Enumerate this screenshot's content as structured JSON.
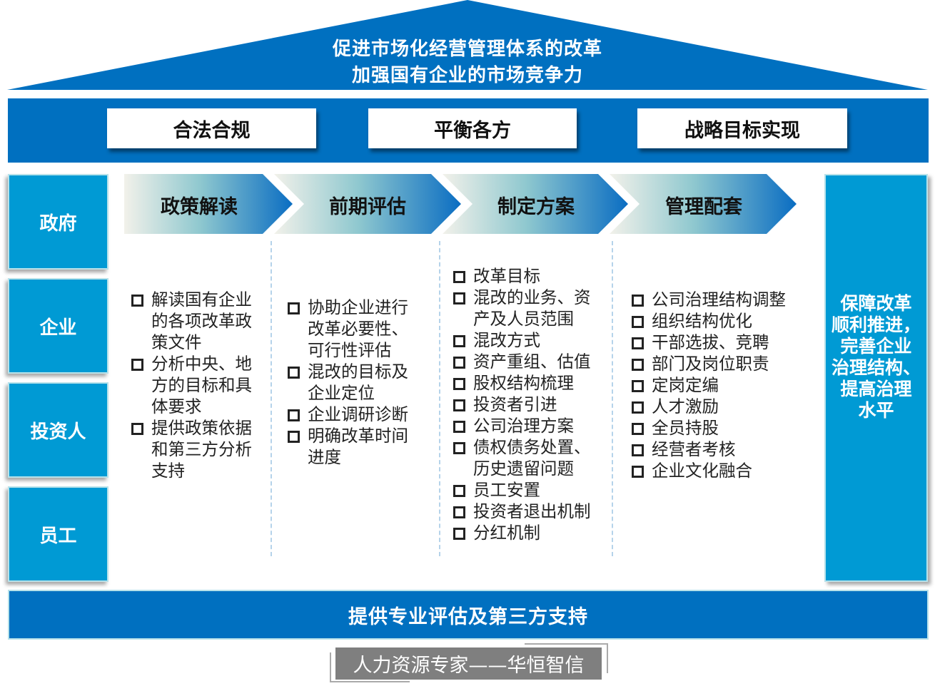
{
  "roof": {
    "line1": "促进市场化经营管理体系的改革",
    "line2": "加强国有企业的市场竞争力"
  },
  "principles": [
    {
      "label": "合法合规"
    },
    {
      "label": "平衡各方"
    },
    {
      "label": "战略目标实现"
    }
  ],
  "stakeholders": [
    {
      "label": "政府"
    },
    {
      "label": "企业"
    },
    {
      "label": "投资人"
    },
    {
      "label": "员工"
    }
  ],
  "steps": [
    {
      "label": "政策解读",
      "items": [
        "解读国有企业的各项改革政策文件",
        "分析中央、地方的目标和具体要求",
        "提供政策依据和第三方分析支持"
      ]
    },
    {
      "label": "前期评估",
      "items": [
        "协助企业进行改革必要性、可行性评估",
        "混改的目标及企业定位",
        "企业调研诊断",
        "明确改革时间进度"
      ]
    },
    {
      "label": "制定方案",
      "items": [
        "改革目标",
        "混改的业务、资产及人员范围",
        "混改方式",
        "资产重组、估值",
        "股权结构梳理",
        "投资者引进",
        "公司治理方案",
        "债权债务处置、历史遗留问题",
        "员工安置",
        "投资者退出机制",
        "分红机制"
      ]
    },
    {
      "label": "管理配套",
      "items": [
        "公司治理结构调整",
        "组织结构优化",
        "干部选拔、竞聘",
        "部门及岗位职责",
        "定岗定编",
        "人才激励",
        "全员持股",
        "经营者考核",
        "企业文化融合"
      ]
    }
  ],
  "outcome": {
    "lines": [
      "保障改革",
      "顺利推进，",
      "完善企业",
      "治理结构、",
      "提高治理",
      "水平"
    ]
  },
  "foundation": {
    "label": "提供专业评估及第三方支持"
  },
  "brand": {
    "label": "人力资源专家——华恒智信"
  },
  "colors": {
    "primary_blue": "#0070c0",
    "light_blue": "#009ad4",
    "border_light": "#b8e2ea",
    "brand_gray": "#7f7f7f"
  }
}
